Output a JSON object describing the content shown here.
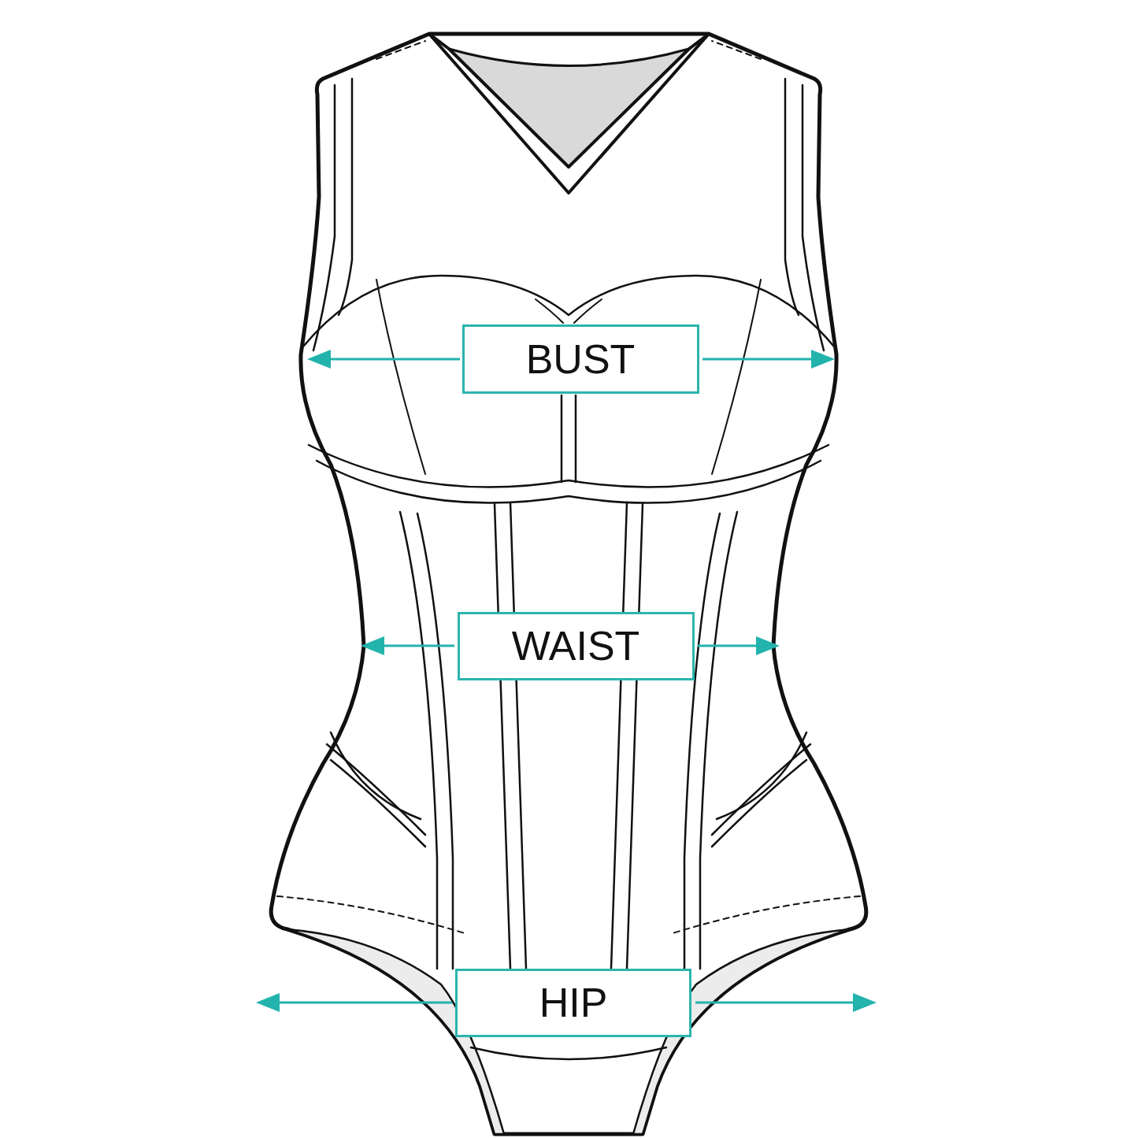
{
  "diagram": {
    "nodes": [
      {
        "text": [
          "BUST"
        ]
      },
      {
        "text": [
          "WAIST"
        ]
      },
      {
        "text": [
          "HIP"
        ]
      }
    ]
  }
}
